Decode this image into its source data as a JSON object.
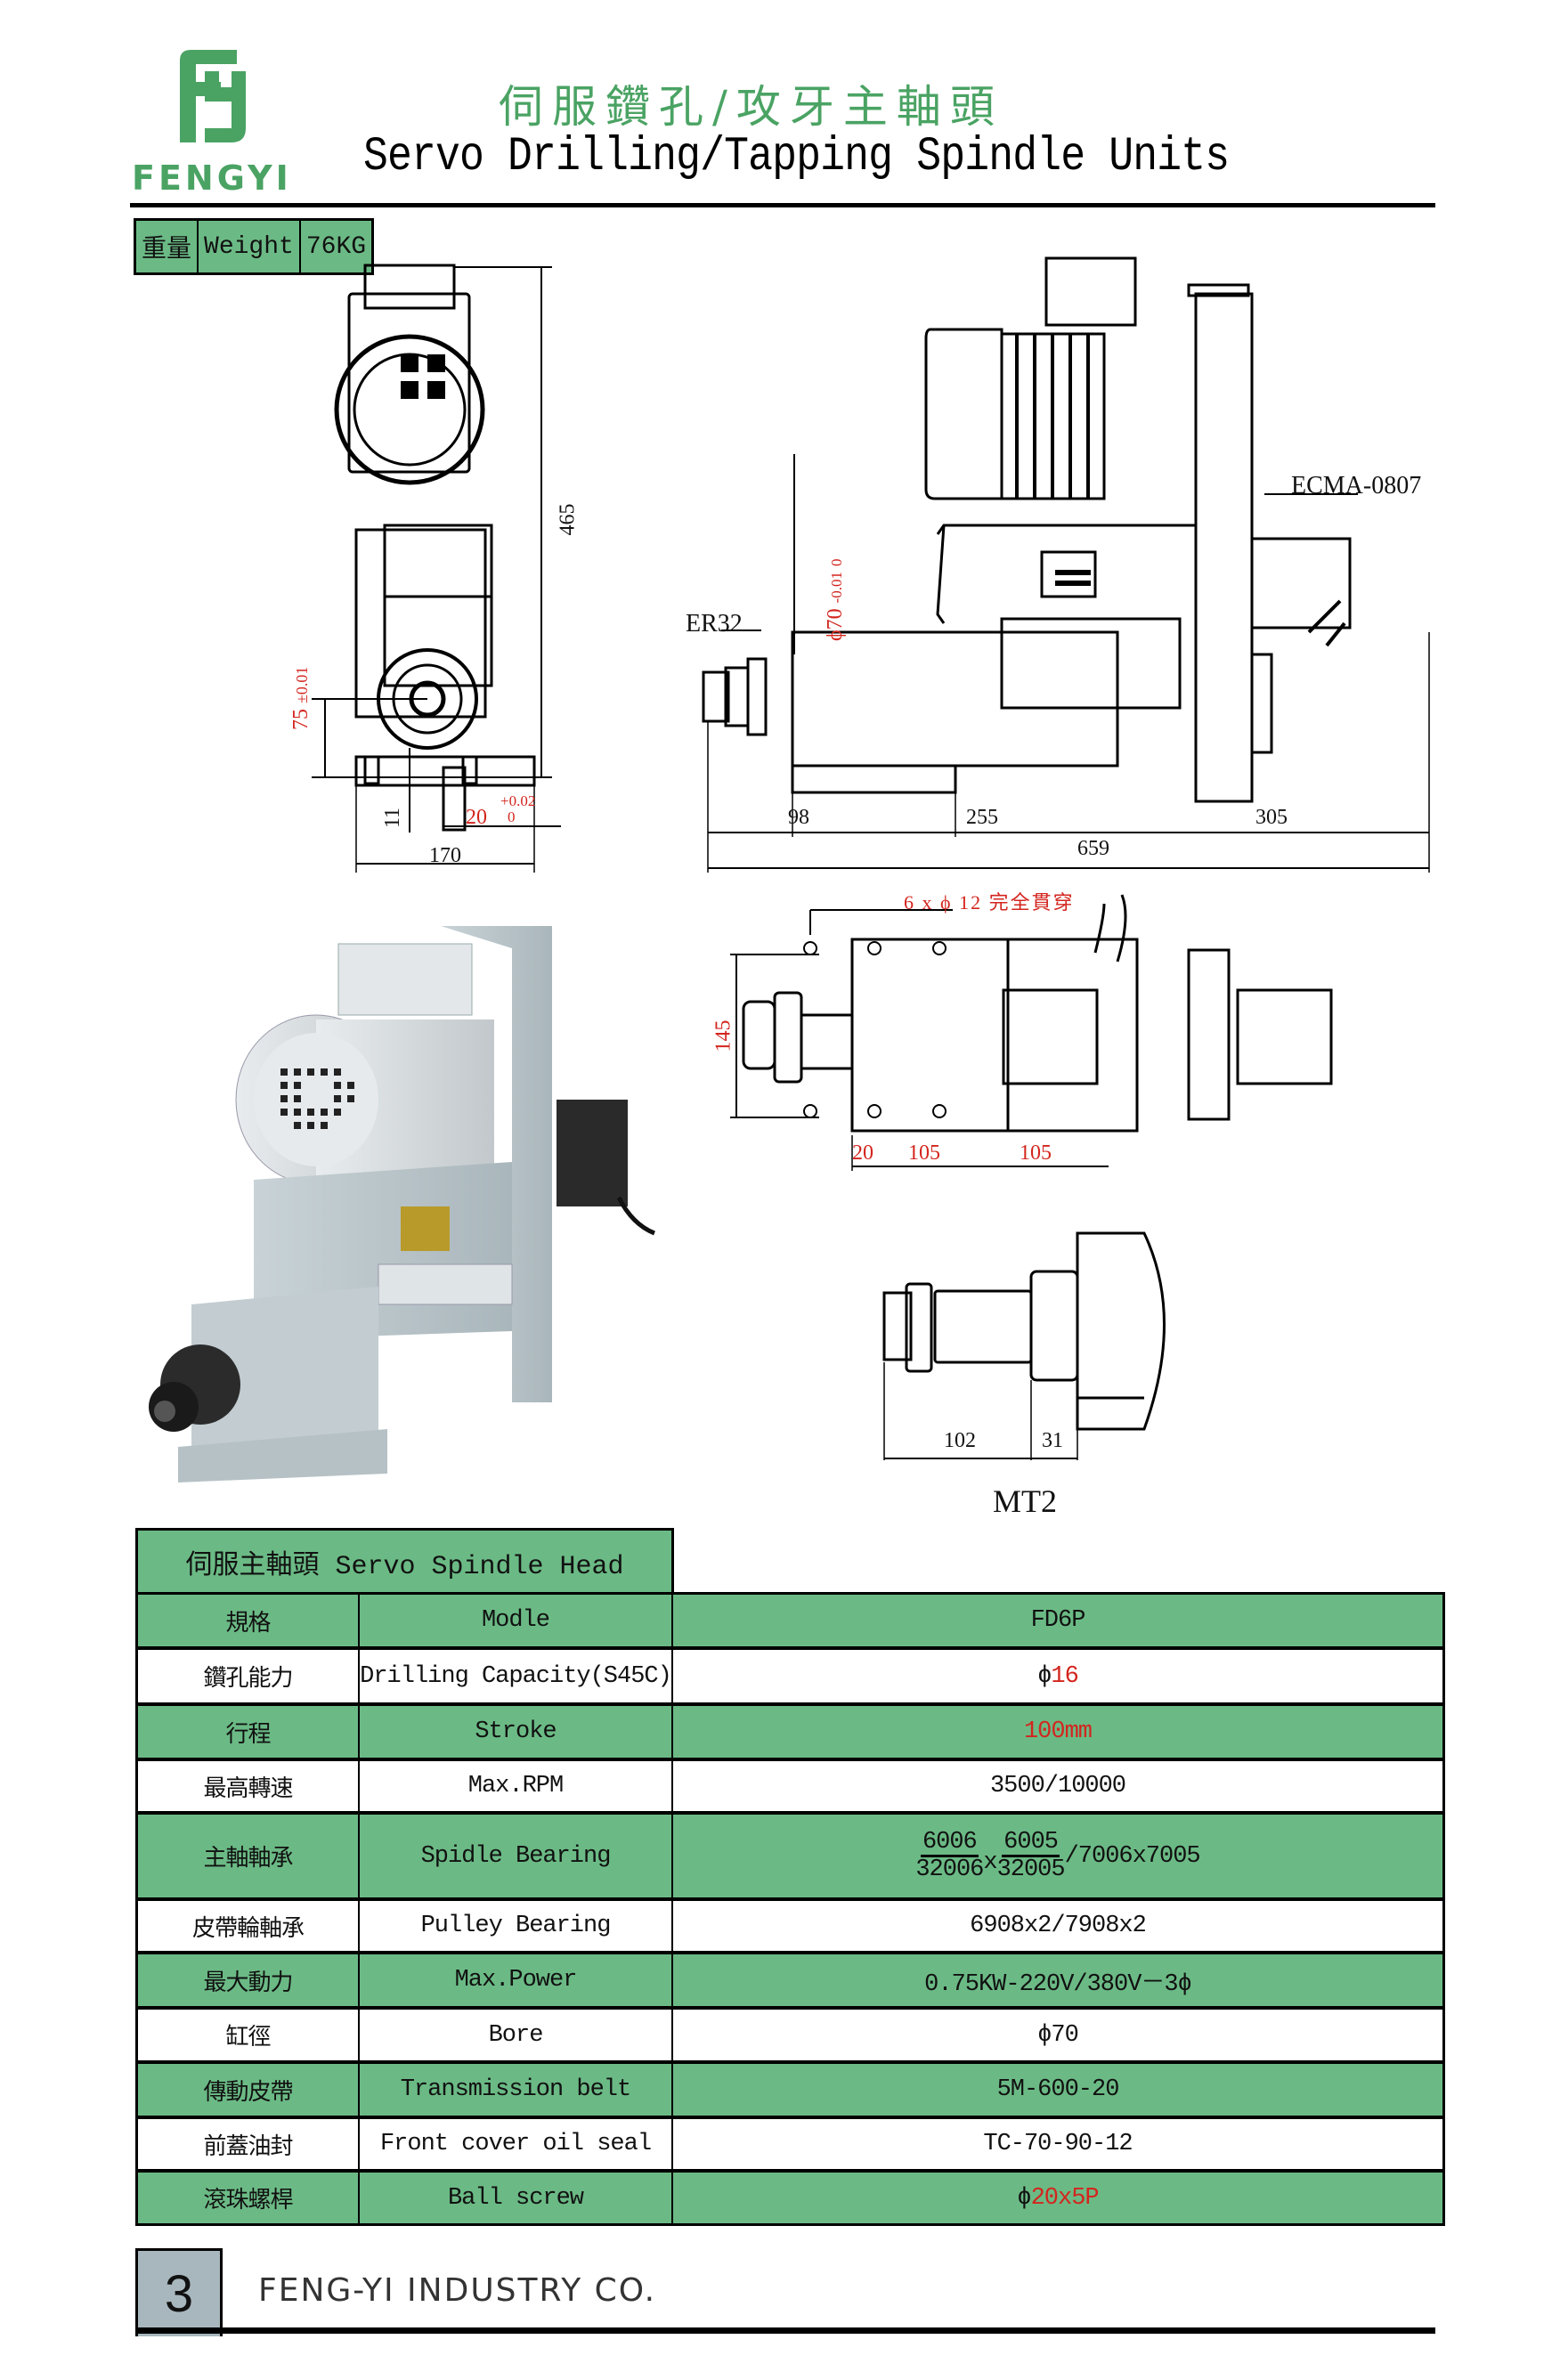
{
  "brand": {
    "logo_text": "FENGYI",
    "logo_icon": "fy-monogram-icon",
    "brand_color": "#4aa363"
  },
  "header": {
    "title_cn": "伺服鑽孔/攻牙主軸頭",
    "title_en": "Servo Drilling/Tapping Spindle Units"
  },
  "weight": {
    "label_cn": "重量",
    "label_en": "Weight",
    "value": "76KG"
  },
  "front_view": {
    "height": "465",
    "center_height": "75",
    "center_tolerance": "±0.01",
    "slot_depth": "11",
    "slot_width": "20",
    "slot_tol_upper": "+0.02",
    "slot_tol_lower": "0",
    "base_width": "170"
  },
  "side_view": {
    "collet_label": "ER32",
    "servo_label": "ECMA-0807",
    "bore_dia": "ϕ70",
    "bore_tol_upper": "0",
    "bore_tol_lower": "-0.01",
    "seg1": "98",
    "seg2": "255",
    "seg3": "305",
    "total": "659"
  },
  "top_view": {
    "hole_note": "6 x ϕ 12 完全貫穿",
    "width": "145",
    "hole_offset": "20",
    "hole_pitch1": "105",
    "hole_pitch2": "105"
  },
  "taper_view": {
    "len1": "102",
    "len2": "31",
    "label": "MT2"
  },
  "table": {
    "title": "伺服主軸頭 Servo Spindle Head",
    "rows": [
      {
        "cn": "規格",
        "en": "Modle",
        "value": "FD6P",
        "style": "g"
      },
      {
        "cn": "鑽孔能力",
        "en": "Drilling Capacity(S45C)",
        "value_prefix": "ϕ",
        "value": "16",
        "red": true,
        "style": "w"
      },
      {
        "cn": "行程",
        "en": "Stroke",
        "value": "100mm",
        "red": true,
        "style": "g"
      },
      {
        "cn": "最高轉速",
        "en": "Max.RPM",
        "value": "3500/10000",
        "style": "w"
      },
      {
        "cn": "主軸軸承",
        "en": "Spidle Bearing",
        "frac": {
          "n1": "6006",
          "d1": "32006",
          "n2": "6005",
          "d2": "32005",
          "x": "x",
          "suffix": "/7006x7005"
        },
        "style": "g"
      },
      {
        "cn": "皮帶輪軸承",
        "en": "Pulley Bearing",
        "value": "6908x2/7908x2",
        "style": "w"
      },
      {
        "cn": "最大動力",
        "en": "Max.Power",
        "value": "0.75KW-220V/380V－3ϕ",
        "style": "g"
      },
      {
        "cn": "缸徑",
        "en": "Bore",
        "value": "ϕ70",
        "style": "w"
      },
      {
        "cn": "傳動皮帶",
        "en": "Transmission belt",
        "value": "5M-600-20",
        "style": "g"
      },
      {
        "cn": "前蓋油封",
        "en": "Front cover oil seal",
        "value": "TC-70-90-12",
        "style": "w"
      },
      {
        "cn": "滾珠螺桿",
        "en": "Ball screw",
        "value_prefix": "ϕ",
        "value": "20x5P",
        "red": true,
        "style": "g"
      }
    ]
  },
  "footer": {
    "page_number": "3",
    "company": "FENG-YI INDUSTRY CO."
  },
  "colors": {
    "table_green": "#6bba85",
    "dim_red": "#d3251e",
    "page_box": "#a8b7bd"
  }
}
